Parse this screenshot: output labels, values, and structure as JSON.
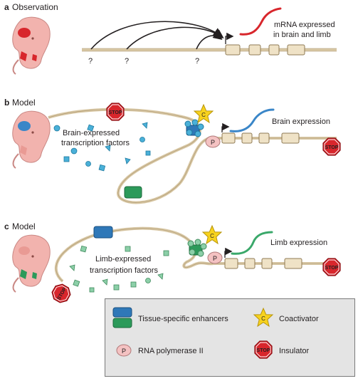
{
  "panels": [
    {
      "letter": "a",
      "title": "Observation"
    },
    {
      "letter": "b",
      "title": "Model"
    },
    {
      "letter": "c",
      "title": "Model"
    }
  ],
  "observation": {
    "unknown_marks": [
      "?",
      "?",
      "?"
    ],
    "mrna_lines": [
      "mRNA expressed",
      "in brain and limb"
    ]
  },
  "model_brain": {
    "factors_lines": [
      "Brain-expressed",
      "transcription factors"
    ],
    "expression_label": "Brain expression"
  },
  "model_limb": {
    "factors_lines": [
      "Limb-expressed",
      "transcription factors"
    ],
    "expression_label": "Limb expression"
  },
  "symbols": {
    "stop_text": "STOP",
    "coactivator_letter": "C",
    "polymerase_letter": "P"
  },
  "legend": {
    "enhancers": "Tissue-specific enhancers",
    "coactivator": "Coactivator",
    "polymerase": "RNA polymerase II",
    "insulator": "Insulator"
  },
  "colors": {
    "dna_strand": "#d8c7a4",
    "exon": "#efe2c6",
    "brain_enhancer": "#2f78b8",
    "limb_enhancer": "#2c9a5a",
    "brain_factor": "#4ab0d8",
    "limb_factor": "#8ccfa8",
    "mrna_observed": "#d8262c",
    "mrna_brain": "#3a86c8",
    "mrna_limb": "#3aa86a",
    "stop_sign": "#d8262c",
    "coactivator": "#f7d21e",
    "polymerase": "#f4c2c2",
    "embryo": "#f2b3ae"
  }
}
